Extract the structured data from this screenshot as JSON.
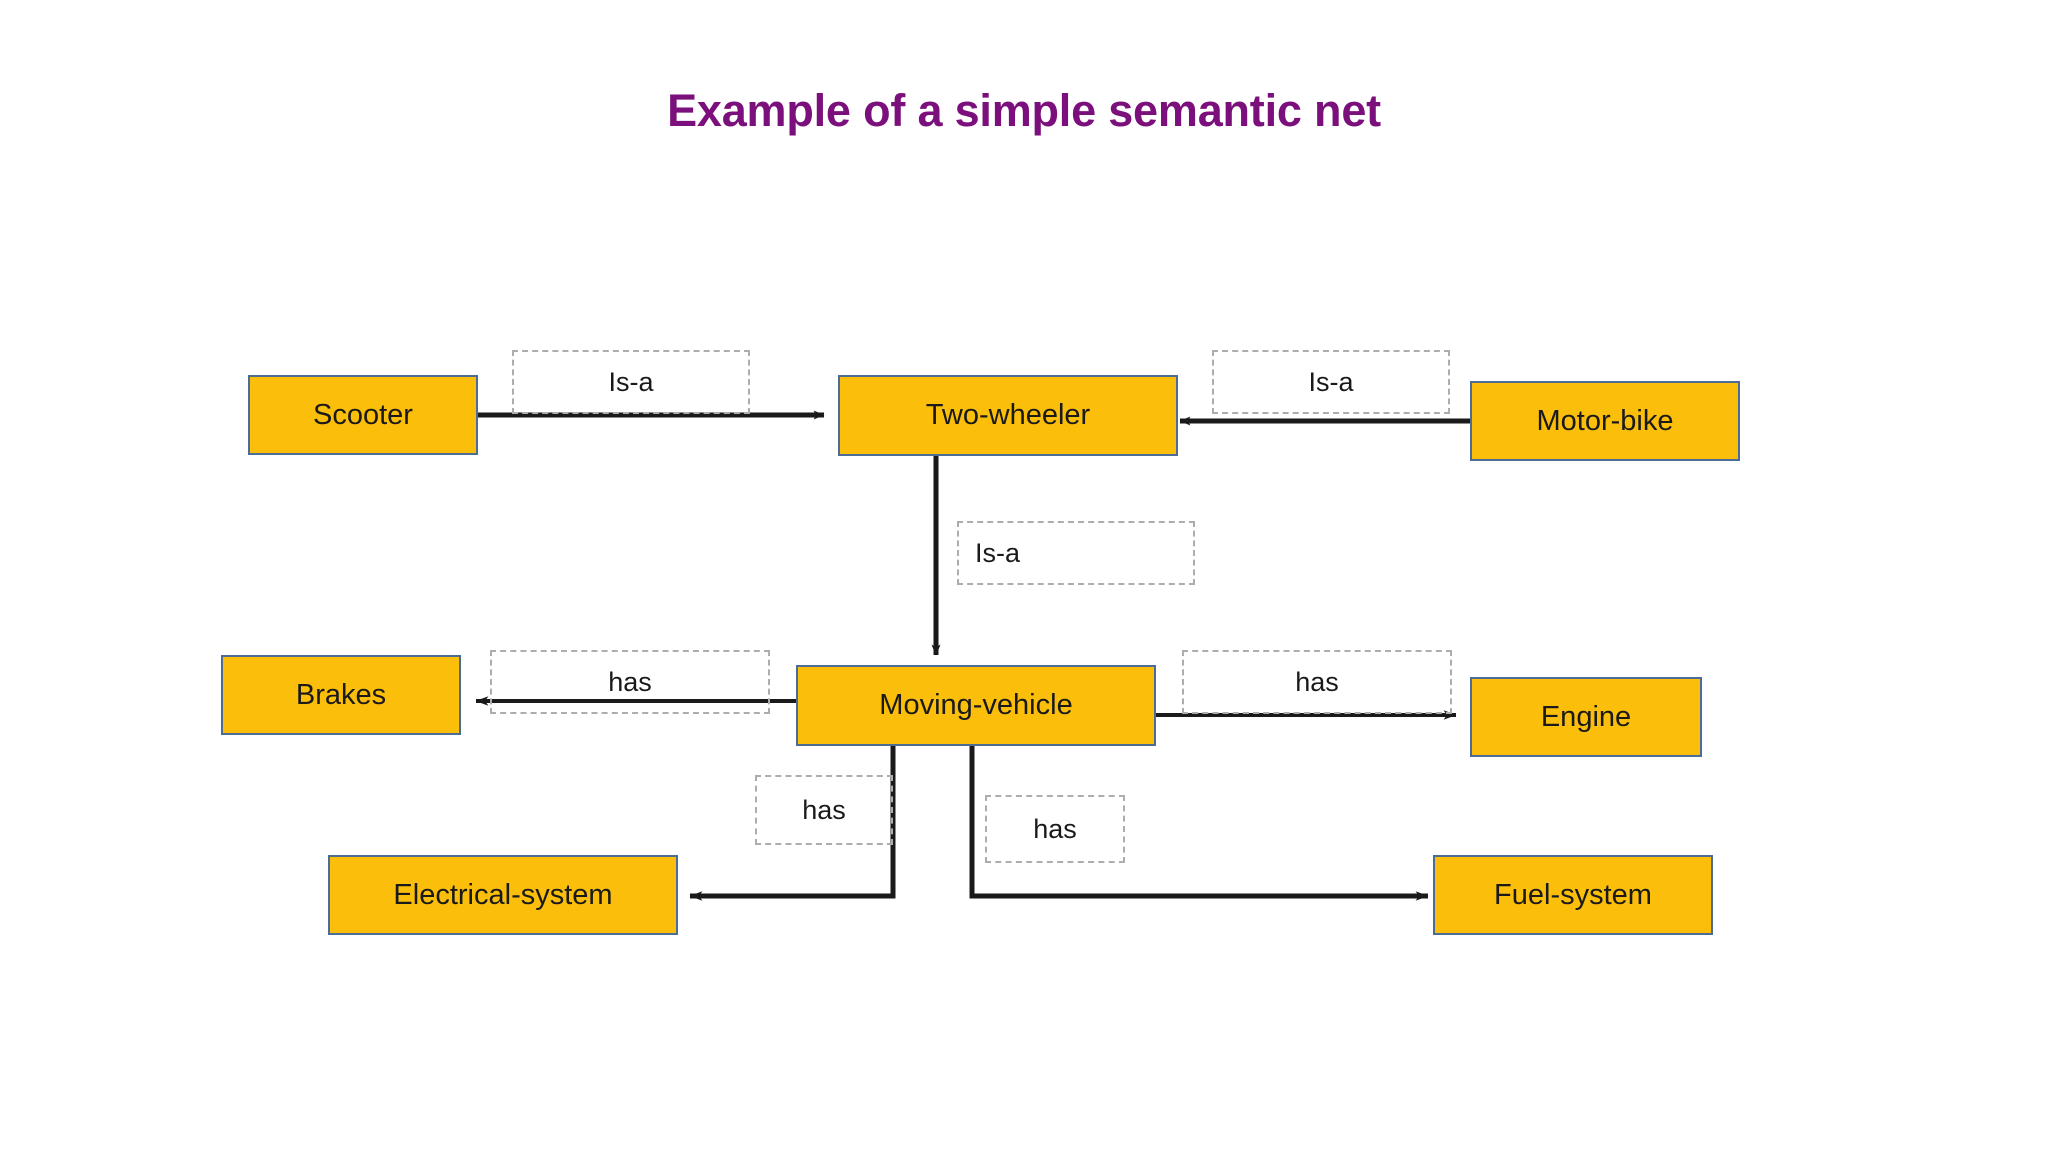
{
  "title": "Example of a simple semantic net",
  "theme": {
    "title_color": "#7B0F7B",
    "node_fill": "#FBBE0A",
    "node_border": "#4A6C95",
    "tag_border": "#ADADAD",
    "edge_color": "#1a1a1a",
    "background": "#ffffff"
  },
  "diagram": {
    "type": "semantic-net",
    "nodes": [
      {
        "id": "scooter",
        "label": "Scooter"
      },
      {
        "id": "two-wheeler",
        "label": "Two-wheeler"
      },
      {
        "id": "motor-bike",
        "label": "Motor-bike"
      },
      {
        "id": "moving-vehicle",
        "label": "Moving-vehicle"
      },
      {
        "id": "brakes",
        "label": "Brakes"
      },
      {
        "id": "engine",
        "label": "Engine"
      },
      {
        "id": "electrical-system",
        "label": "Electrical-system"
      },
      {
        "id": "fuel-system",
        "label": "Fuel-system"
      }
    ],
    "edges": [
      {
        "from": "scooter",
        "to": "two-wheeler",
        "label": "Is-a"
      },
      {
        "from": "motor-bike",
        "to": "two-wheeler",
        "label": "Is-a"
      },
      {
        "from": "two-wheeler",
        "to": "moving-vehicle",
        "label": "Is-a"
      },
      {
        "from": "moving-vehicle",
        "to": "brakes",
        "label": "has"
      },
      {
        "from": "moving-vehicle",
        "to": "engine",
        "label": "has"
      },
      {
        "from": "moving-vehicle",
        "to": "electrical-system",
        "label": "has"
      },
      {
        "from": "moving-vehicle",
        "to": "fuel-system",
        "label": "has"
      }
    ]
  }
}
